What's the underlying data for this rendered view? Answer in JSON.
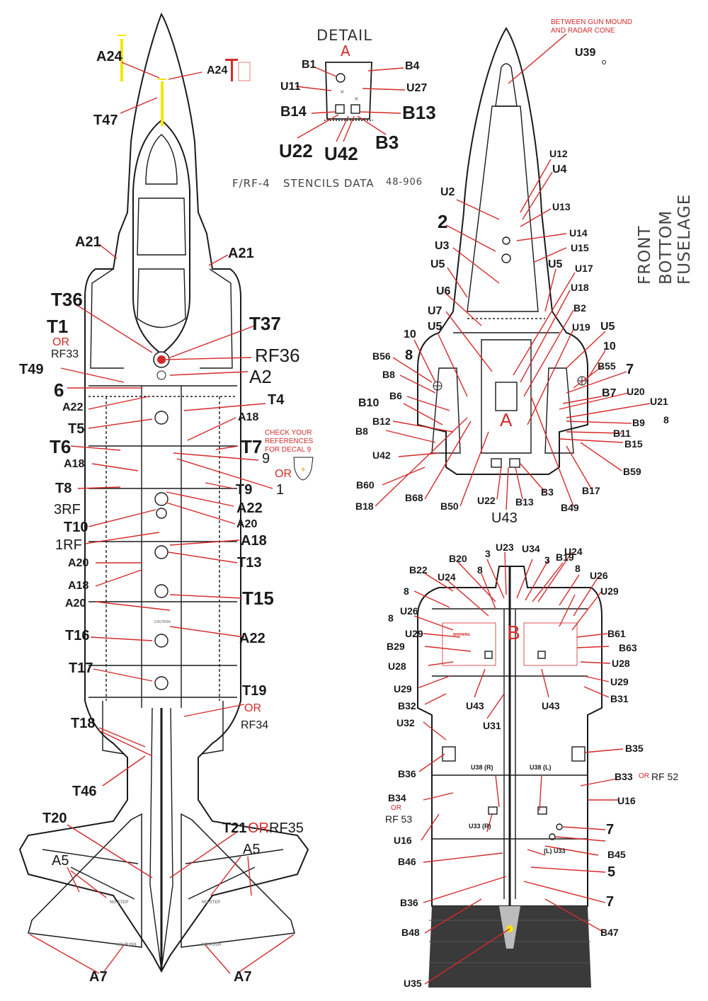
{
  "header": {
    "detail_title": "DETAIL",
    "detail_letter": "A",
    "sheet_title": "F/RF-4",
    "stencils": "STENCILS DATA",
    "code": "48-906",
    "section_title_line1": "FRONT",
    "section_title_line2": "BOTTOM FUSELAGE"
  },
  "notes": {
    "gun_note": "BETWEEN GUN MOUND AND RADAR CONE",
    "check_note": "CHECK YOUR REFERENCES FOR DECAL 9",
    "area_b": "B"
  },
  "stencil_text": {
    "no_step": "NO STEP",
    "no_push": "NO PUSH",
    "caution": "CAUTION",
    "warning": "WARNING"
  },
  "labels": {
    "top_view": [
      "A24",
      "A24",
      "T47",
      "A21",
      "A21",
      "T36",
      "T37",
      "T1",
      "OR",
      "RF33",
      "RF36",
      "T49",
      "6",
      "A2",
      "A22",
      "T4",
      "A18",
      "T5",
      "T6",
      "T7",
      "9",
      "OR",
      "1",
      "A18",
      "T8",
      "T9",
      "3RF",
      "A22",
      "T10",
      "A20",
      "1RF",
      "A18",
      "A20",
      "T13",
      "A18",
      "A20",
      "T15",
      "T16",
      "A22",
      "T17",
      "T19",
      "OR",
      "RF34",
      "T18",
      "T46",
      "T20",
      "T21",
      "OR",
      "RF35",
      "A5",
      "A5",
      "A7",
      "A7"
    ],
    "detail": [
      "B1",
      "B4",
      "U11",
      "U27",
      "B14",
      "B13",
      "U22",
      "U42",
      "B3"
    ],
    "front_bottom": [
      "U39",
      "U12",
      "U4",
      "U2",
      "U13",
      "2",
      "U14",
      "U3",
      "U15",
      "U5",
      "U5",
      "U17",
      "U6",
      "U18",
      "U7",
      "B2",
      "U5",
      "U19",
      "U5",
      "10",
      "10",
      "B56",
      "8",
      "B55",
      "7",
      "B8",
      "B7",
      "U20",
      "U21",
      "8",
      "B10",
      "B6",
      "B9",
      "B12",
      "B11",
      "B8",
      "B15",
      "U42",
      "B60",
      "B59",
      "B18",
      "B68",
      "B50",
      "U22",
      "B13",
      "B3",
      "B49",
      "B17",
      "U43"
    ],
    "rear_bottom": [
      "U23",
      "B20",
      "3",
      "U34",
      "3",
      "B19",
      "U24",
      "B22",
      "U24",
      "8",
      "8",
      "U26",
      "8",
      "U29",
      "U26",
      "8",
      "U29",
      "B61",
      "B29",
      "B63",
      "U28",
      "U28",
      "U29",
      "U29",
      "U43",
      "U43",
      "B32",
      "B31",
      "U31",
      "U32",
      "B35",
      "U38 (R)",
      "U38 (L)",
      "B36",
      "B33",
      "OR",
      "RF 52",
      "B34",
      "OR",
      "RF 53",
      "U33 (R)",
      "U16",
      "U16",
      "7",
      "(L) U33",
      "B45",
      "B46",
      "5",
      "B36",
      "7",
      "B48",
      "B47",
      "U35"
    ]
  },
  "colors": {
    "line": "#1a1a1a",
    "leader": "#d42a2a",
    "highlight": "#f2e600",
    "skin": "#ffffff",
    "nozzle": "#3a3a3a",
    "stencil_gray": "#9a9a9a"
  },
  "icons": [
    "crosshair-icon",
    "circle-access-icon",
    "warning-triangle-icon"
  ]
}
